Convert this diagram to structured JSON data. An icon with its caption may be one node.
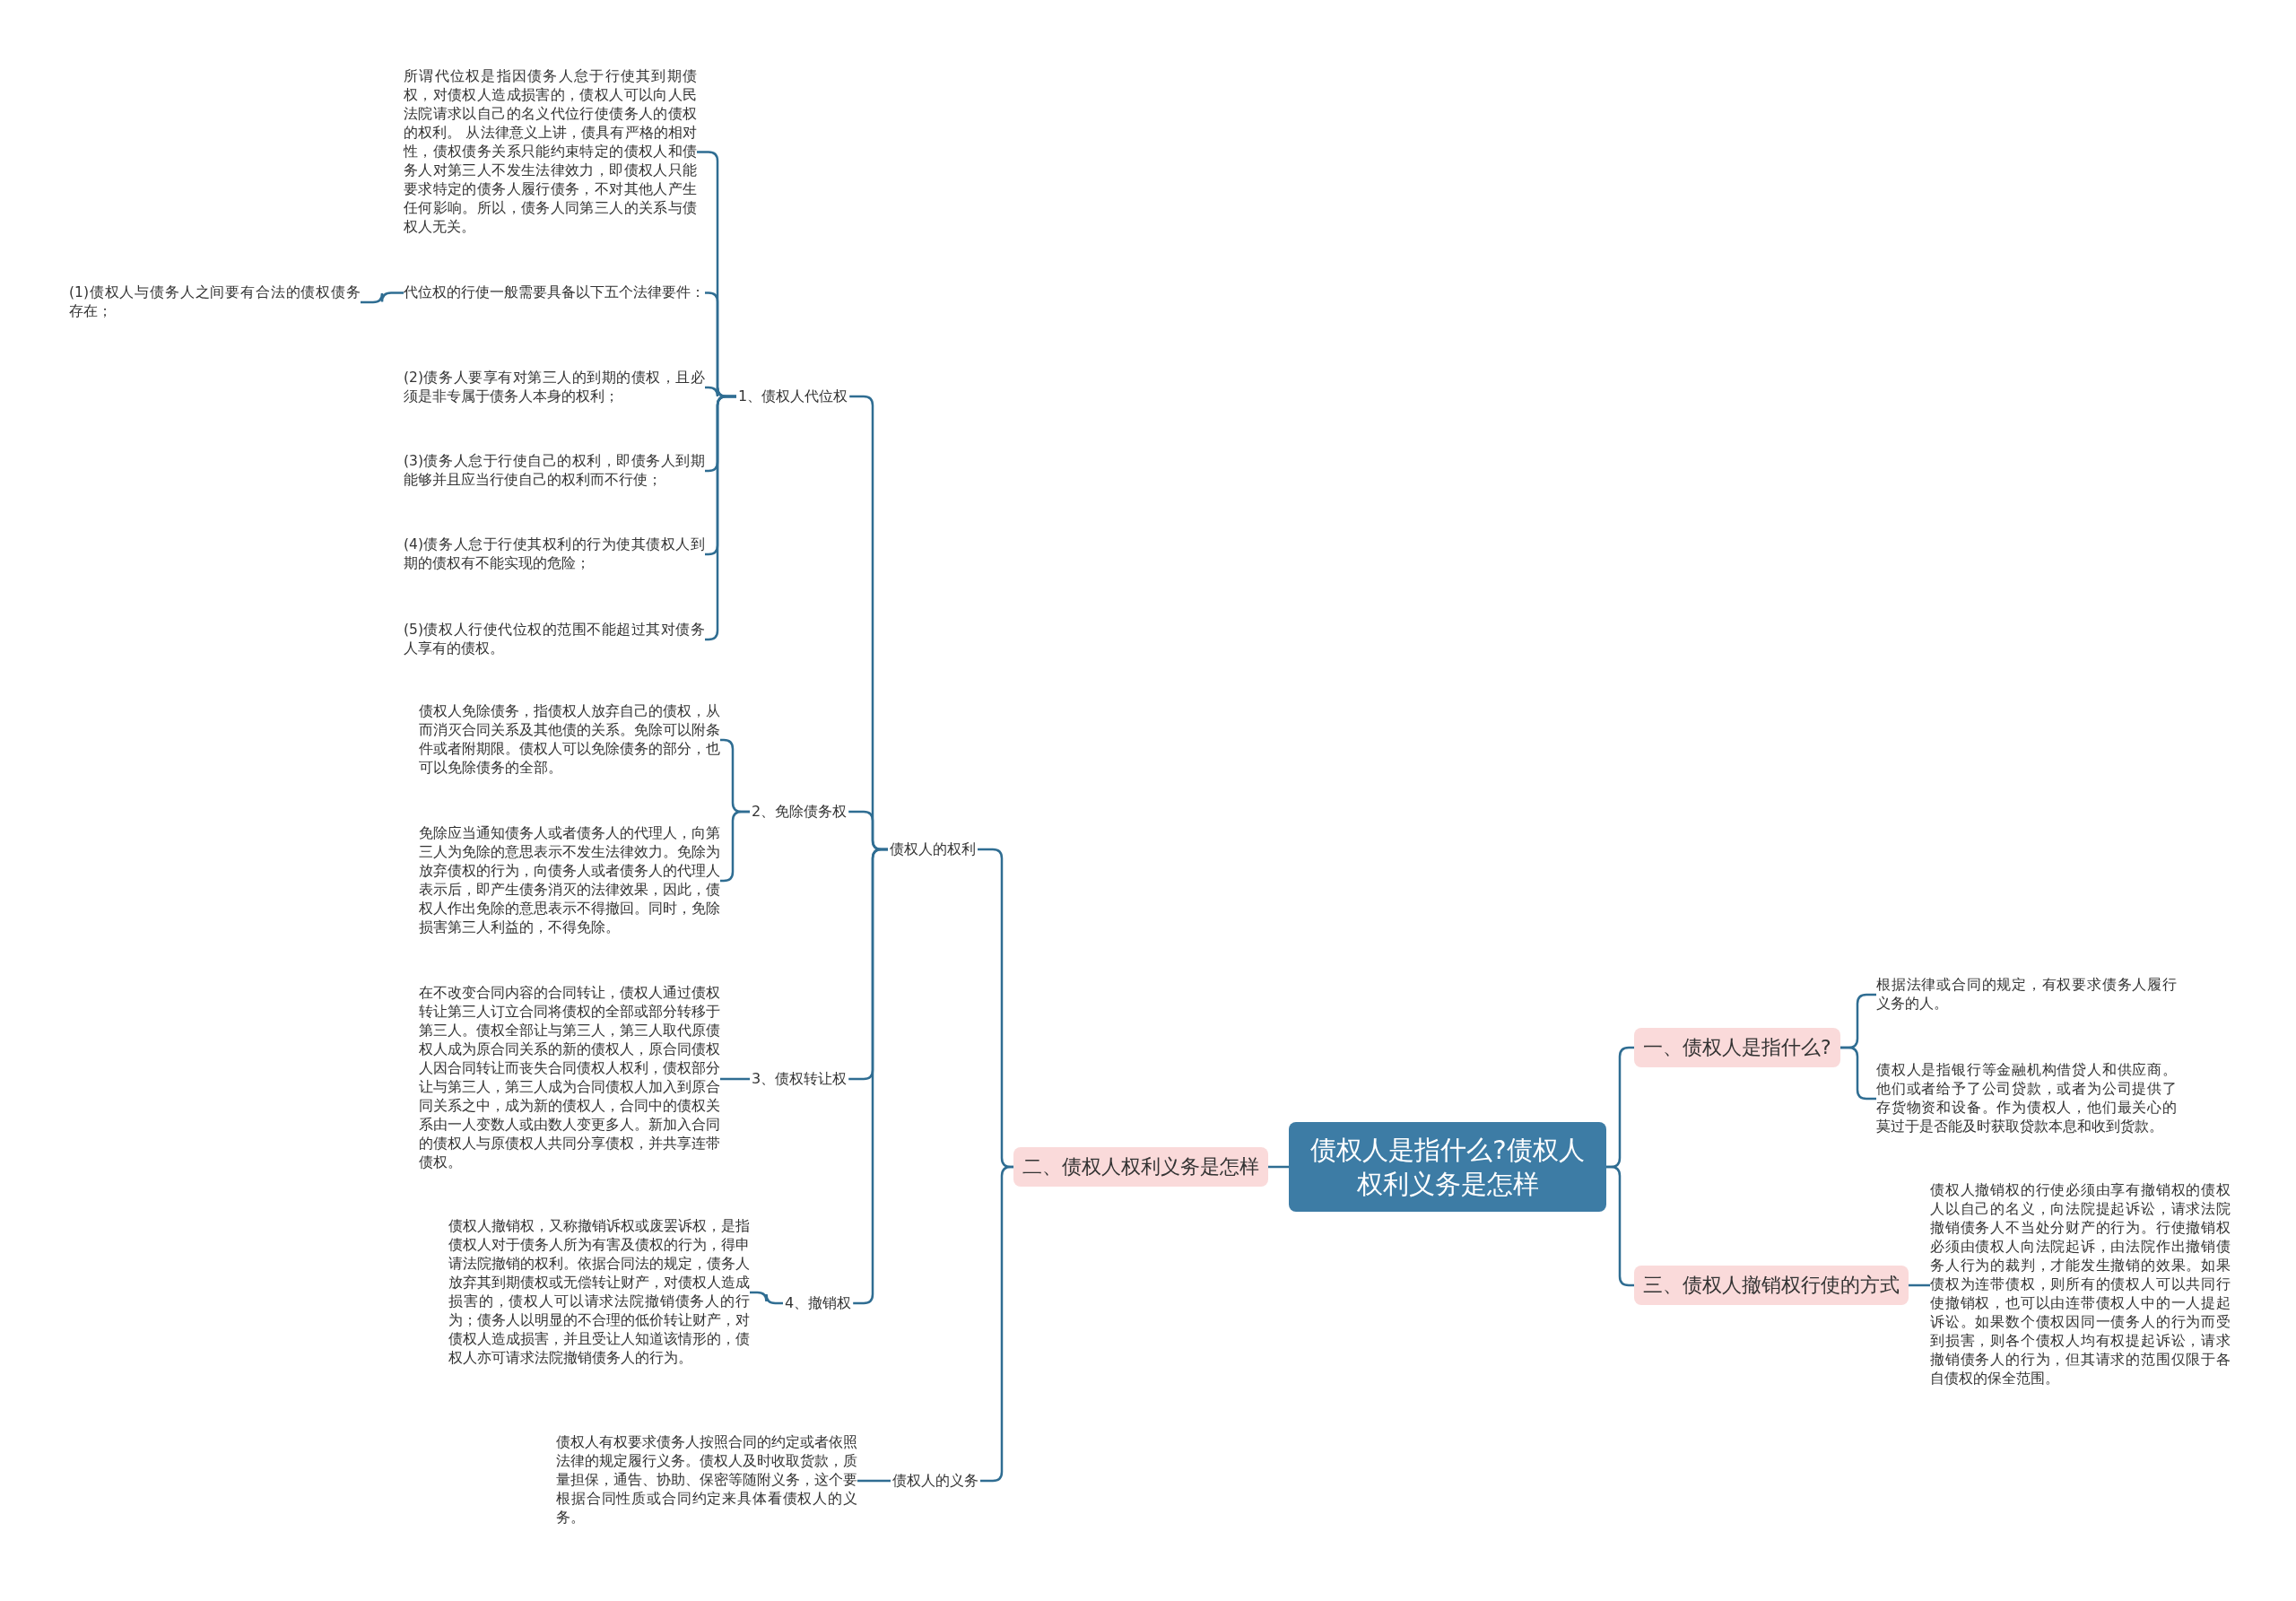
{
  "diagram": {
    "nodes": [
      {
        "text": [
          "债权人是指什么?债权人权利义务是怎样"
        ]
      },
      {
        "text": [
          "一、债权人是指什么?"
        ]
      },
      {
        "text": [
          "根据法律或合同的规定，有权要求债务人履行义务的人。"
        ]
      },
      {
        "text": [
          "债权人是指银行等金融机构借贷人和供应商。他们或者给予了公司贷款，或者为公司提供了存货物资和设备。作为债权人，他们最关心的莫过于是否能及时获取贷款本息和收到货款。"
        ]
      },
      {
        "text": [
          "三、债权人撤销权行使的方式"
        ]
      },
      {
        "text": [
          "债权人撤销权的行使必须由享有撤销权的债权人以自己的名义，向法院提起诉讼，请求法院撤销债务人不当处分财产的行为。行使撤销权必须由债权人向法院起诉，由法院作出撤销债务人行为的裁判，才能发生撤销的效果。如果债权为连带债权，则所有的债权人可以共同行使撤销权，也可以由连带债权人中的一人提起诉讼。如果数个债权因同一债务人的行为而受到损害，则各个债权人均有权提起诉讼，请求撤销债务人的行为，但其请求的范围仅限于各自债权的保全范围。"
        ]
      },
      {
        "text": [
          "二、债权人权利义务是怎样"
        ]
      },
      {
        "text": [
          "债权人的权利"
        ]
      },
      {
        "text": [
          "1、债权人代位权"
        ]
      },
      {
        "text": [
          "所谓代位权是指因债务人怠于行使其到期债权，对债权人造成损害的，债权人可以向人民法院请求以自己的名义代位行使债务人的债权的权利。 从法律意义上讲，债具有严格的相对性，债权债务关系只能约束特定的债权人和债务人对第三人不发生法律效力，即债权人只能要求特定的债务人履行债务，不对其他人产生任何影响。所以，债务人同第三人的关系与债权人无关。"
        ]
      },
      {
        "text": [
          "代位权的行使一般需要具备以下五个法律要件："
        ]
      },
      {
        "text": [
          "(1)债权人与债务人之间要有合法的债权债务存在；"
        ]
      },
      {
        "text": [
          "(2)债务人要享有对第三人的到期的债权，且必须是非专属于债务人本身的权利；"
        ]
      },
      {
        "text": [
          "(3)债务人怠于行使自己的权利，即债务人到期能够并且应当行使自己的权利而不行使；"
        ]
      },
      {
        "text": [
          "(4)债务人怠于行使其权利的行为使其债权人到期的债权有不能实现的危险；"
        ]
      },
      {
        "text": [
          "(5)债权人行使代位权的范围不能超过其对债务人享有的债权。"
        ]
      },
      {
        "text": [
          "2、免除债务权"
        ]
      },
      {
        "text": [
          "债权人免除债务，指债权人放弃自己的债权，从而消灭合同关系及其他债的关系。免除可以附条件或者附期限。债权人可以免除债务的部分，也可以免除债务的全部。"
        ]
      },
      {
        "text": [
          "免除应当通知债务人或者债务人的代理人，向第三人为免除的意思表示不发生法律效力。免除为放弃债权的行为，向债务人或者债务人的代理人表示后，即产生债务消灭的法律效果，因此，债权人作出免除的意思表示不得撤回。同时，免除损害第三人利益的，不得免除。"
        ]
      },
      {
        "text": [
          "3、债权转让权"
        ]
      },
      {
        "text": [
          "在不改变合同内容的合同转让，债权人通过债权转让第三人订立合同将债权的全部或部分转移于第三人。债权全部让与第三人，第三人取代原债权人成为原合同关系的新的债权人，原合同债权人因合同转让而丧失合同债权人权利，债权部分让与第三人，第三人成为合同债权人加入到原合同关系之中，成为新的债权人，合同中的债权关系由一人变数人或由数人变更多人。新加入合同的债权人与原债权人共同分享债权，并共享连带债权。"
        ]
      },
      {
        "text": [
          "4、撤销权"
        ]
      },
      {
        "text": [
          "债权人撤销权，又称撤销诉权或废罢诉权，是指债权人对于债务人所为有害及债权的行为，得申请法院撤销的权利。依据合同法的规定，债务人放弃其到期债权或无偿转让财产，对债权人造成损害的，债权人可以请求法院撤销债务人的行为；债务人以明显的不合理的低价转让财产，对债权人造成损害，并且受让人知道该情形的，债权人亦可请求法院撤销债务人的行为。"
        ]
      },
      {
        "text": [
          "债权人的义务"
        ]
      },
      {
        "text": [
          "债权人有权要求债务人按照合同的约定或者依照法律的规定履行义务。债权人及时收取货款，质量担保，通告、协助、保密等随附义务，这个要根据合同性质或合同约定来具体看债权人的义务。"
        ]
      }
    ],
    "edges": [
      {
        "from": 0,
        "to": 1,
        "arrow": "none"
      },
      {
        "from": 0,
        "to": 4,
        "arrow": "none"
      },
      {
        "from": 0,
        "to": 6,
        "arrow": "none"
      },
      {
        "from": 1,
        "to": 2,
        "arrow": "none"
      },
      {
        "from": 1,
        "to": 3,
        "arrow": "none"
      },
      {
        "from": 4,
        "to": 5,
        "arrow": "none"
      },
      {
        "from": 6,
        "to": 7,
        "arrow": "none"
      },
      {
        "from": 6,
        "to": 23,
        "arrow": "none"
      },
      {
        "from": 7,
        "to": 8,
        "arrow": "none"
      },
      {
        "from": 7,
        "to": 16,
        "arrow": "none"
      },
      {
        "from": 7,
        "to": 19,
        "arrow": "none"
      },
      {
        "from": 7,
        "to": 21,
        "arrow": "none"
      },
      {
        "from": 8,
        "to": 9,
        "arrow": "none"
      },
      {
        "from": 8,
        "to": 10,
        "arrow": "none"
      },
      {
        "from": 8,
        "to": 12,
        "arrow": "none"
      },
      {
        "from": 8,
        "to": 13,
        "arrow": "none"
      },
      {
        "from": 8,
        "to": 14,
        "arrow": "none"
      },
      {
        "from": 8,
        "to": 15,
        "arrow": "none"
      },
      {
        "from": 10,
        "to": 11,
        "arrow": "none"
      },
      {
        "from": 16,
        "to": 17,
        "arrow": "none"
      },
      {
        "from": 16,
        "to": 18,
        "arrow": "none"
      },
      {
        "from": 19,
        "to": 20,
        "arrow": "none"
      },
      {
        "from": 21,
        "to": 22,
        "arrow": "none"
      },
      {
        "from": 23,
        "to": 24,
        "arrow": "none"
      }
    ]
  }
}
